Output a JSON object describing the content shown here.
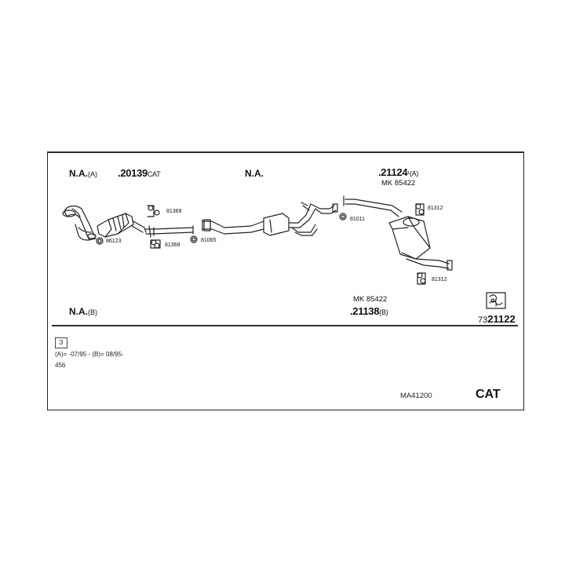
{
  "labels": {
    "na_a_text": "N.A.",
    "na_a_suffix": "(A)",
    "cat_part_number": ".20139",
    "cat_part_suffix": "CAT",
    "na_mid_text": "N.A.",
    "rear_part_number": ".21124",
    "rear_part_suffix": "¹(A)",
    "rear_mk": "MK 85422",
    "na_b_text": "N.A.",
    "na_b_suffix": "(B)",
    "lower_mk": "MK 85422",
    "lower_part_number": ".21138",
    "lower_part_suffix": "(B)",
    "ref_prefix": "73",
    "ref_number": "21122"
  },
  "clamps": {
    "c86123": "86123",
    "c81368_top": "81368",
    "c81368_bottom": "81368",
    "c81065": "81065",
    "c81011": "81011",
    "c81312_top": "81312",
    "c81312_bottom": "81312"
  },
  "footer": {
    "badge": "3",
    "note_line1": "(A)= -07/95 - (B)= 08/95-",
    "note_line2": "456",
    "code": "MA41200",
    "cat": "CAT"
  }
}
